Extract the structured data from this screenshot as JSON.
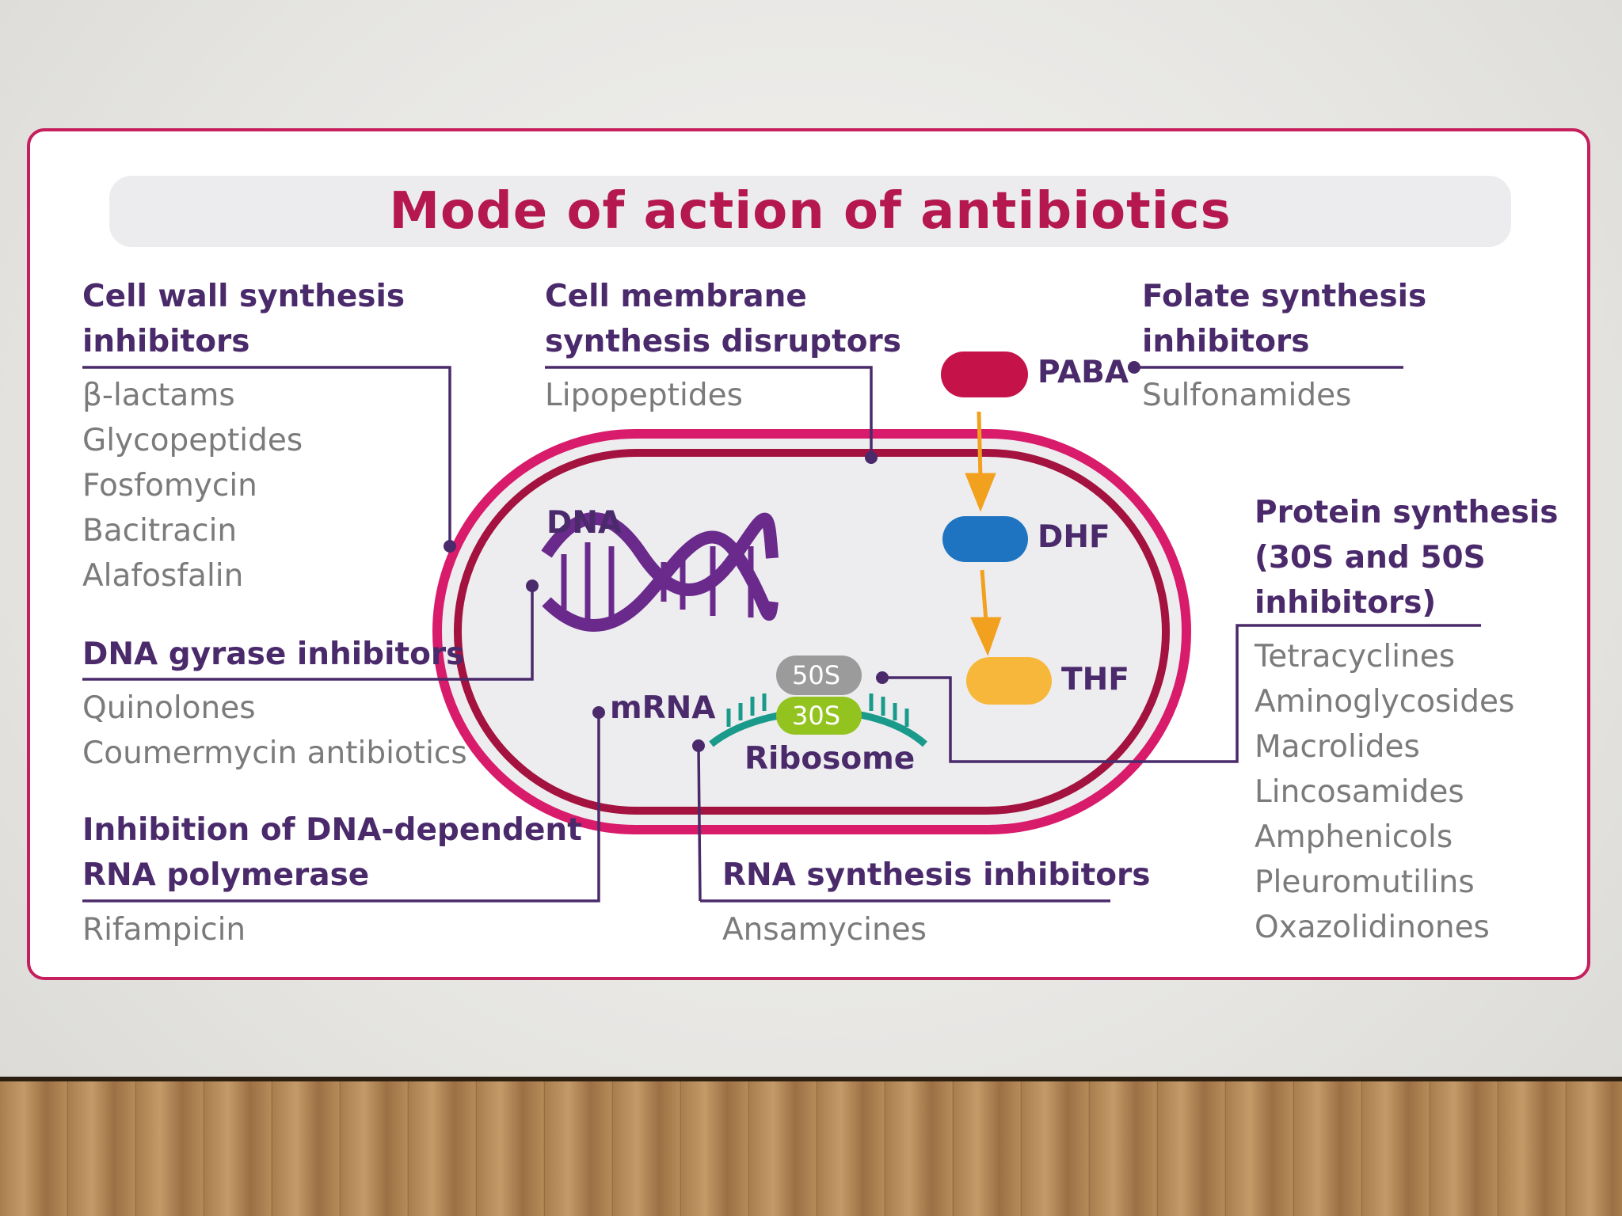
{
  "title": "Mode of action of antibiotics",
  "cell_wall": {
    "heading": [
      "Cell wall synthesis",
      "inhibitors"
    ],
    "items": [
      "β-lactams",
      "Glycopeptides",
      "Fosfomycin",
      "Bacitracin",
      "Alafosfalin"
    ]
  },
  "cell_membrane": {
    "heading": [
      "Cell membrane",
      "synthesis disruptors"
    ],
    "items": [
      "Lipopeptides"
    ]
  },
  "folate": {
    "heading": [
      "Folate synthesis",
      "inhibitors"
    ],
    "items": [
      "Sulfonamides"
    ]
  },
  "dna_gyrase": {
    "heading": [
      "DNA gyrase inhibitors"
    ],
    "items": [
      "Quinolones",
      "Coumermycin antibiotics"
    ]
  },
  "rna_polymerase": {
    "heading": [
      "Inhibition of DNA-dependent",
      "RNA polymerase"
    ],
    "items": [
      "Rifampicin"
    ]
  },
  "rna_synthesis": {
    "heading": [
      "RNA synthesis inhibitors"
    ],
    "items": [
      "Ansamycines"
    ]
  },
  "protein": {
    "heading": [
      "Protein synthesis",
      "(30S and 50S",
      "inhibitors)"
    ],
    "items": [
      "Tetracyclines",
      "Aminoglycosides",
      "Macrolides",
      "Lincosamides",
      "Amphenicols",
      "Pleuromutilins",
      "Oxazolidinones"
    ]
  },
  "cell_labels": {
    "dna": "DNA",
    "mrna": "mRNA",
    "ribosome": "Ribosome",
    "s50": "50S",
    "s30": "30S",
    "paba": "PABA",
    "dhf": "DHF",
    "thf": "THF"
  },
  "colors": {
    "title": "#b5174f",
    "border": "#c51f5d",
    "heading": "#4a2a6b",
    "item": "#7b7b7b",
    "cell_outer": "#d81b6a",
    "cell_inner": "#a4123f",
    "paba": "#c5134a",
    "dhf": "#1f74c2",
    "thf": "#f7b73b",
    "ribo_50s": "#9b9b9b",
    "ribo_30s": "#93c31e",
    "mrna": "#1a9a8a",
    "dna": "#6a2a8c"
  }
}
